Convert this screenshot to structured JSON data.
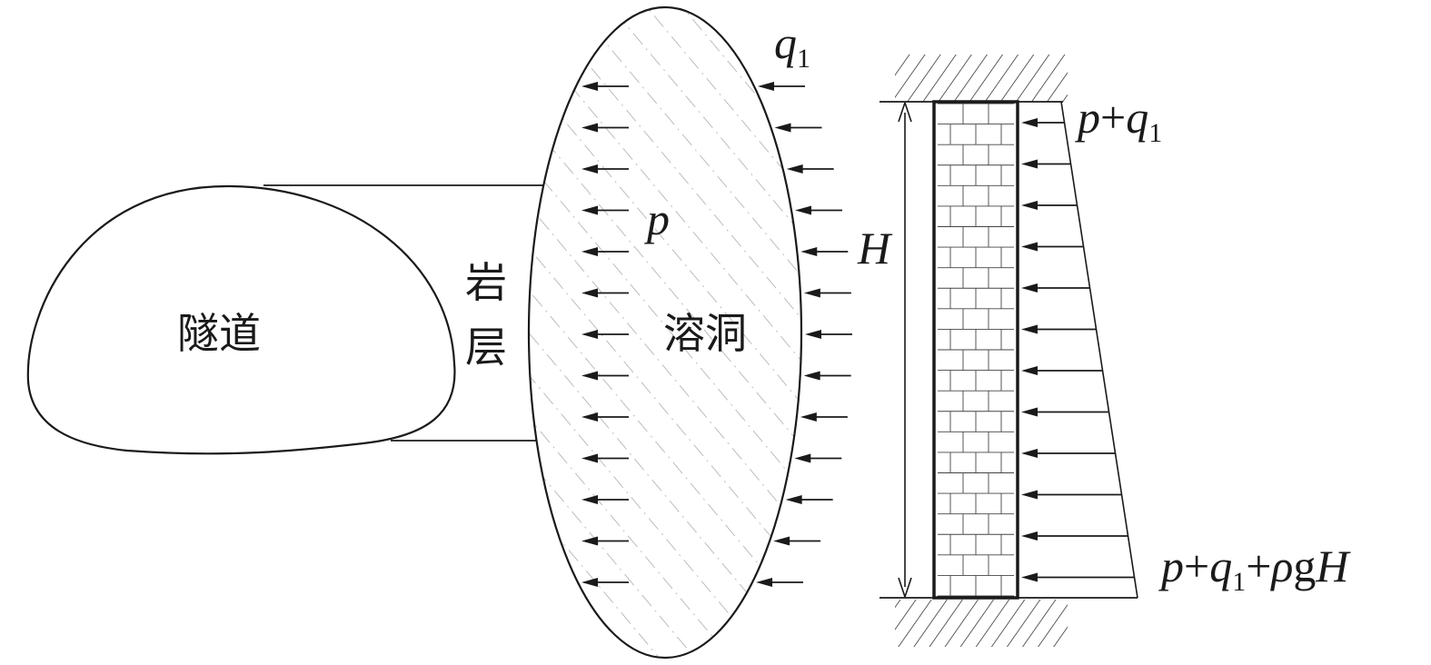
{
  "labels": {
    "tunnel": "隧道",
    "rock_layer_1": "岩",
    "rock_layer_2": "层",
    "karst_cave": "溶洞",
    "pressure_inside": "p",
    "load_q": "q",
    "load_q_sub": "1",
    "height": "H",
    "top_load_p": "p",
    "top_load_plus": "+",
    "top_load_q": "q",
    "top_load_sub": "1",
    "bottom_load_p": "p",
    "bottom_load_plus1": "+",
    "bottom_load_q": "q",
    "bottom_load_sub": "1",
    "bottom_load_plus2": "+",
    "bottom_load_rho": "ρ",
    "bottom_load_g": "g",
    "bottom_load_H": "H"
  },
  "colors": {
    "stroke": "#1a1a1a",
    "hatch": "#9a9a9a"
  }
}
